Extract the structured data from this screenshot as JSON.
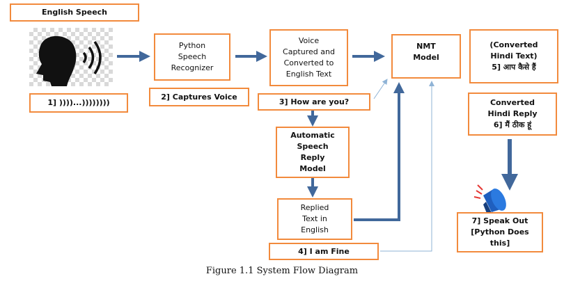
{
  "nodes": {
    "english_speech": "English Speech",
    "speech_waves": "1] ))))...))))))))",
    "python_recognizer": "Python\nSpeech\nRecognizer",
    "captures_voice": "2] Captures Voice",
    "voice_captured": "Voice\nCaptured and\nConverted to\nEnglish Text",
    "how_are_you": "3] How are you?",
    "auto_reply_model": "Automatic\nSpeech\nReply\nModel",
    "replied_text": "Replied\nText in\nEnglish",
    "i_am_fine": "4] I am Fine",
    "nmt_model": "NMT\nModel",
    "converted_hindi_text": "(Converted\nHindi Text)\n5] आप कैसे हैं",
    "converted_hindi_reply": "Converted\nHindi Reply\n6] मैं ठीक हूं",
    "speak_out": "7] Speak Out\n[Python Does\nthis]"
  },
  "caption": "Figure 1.1 System Flow Diagram",
  "icons": [
    "speaking-head-icon",
    "megaphone-icon"
  ],
  "colors": {
    "box_border": "#f28a3c",
    "arrow": "#41689b",
    "thin_arrow": "#8fb3d6"
  }
}
